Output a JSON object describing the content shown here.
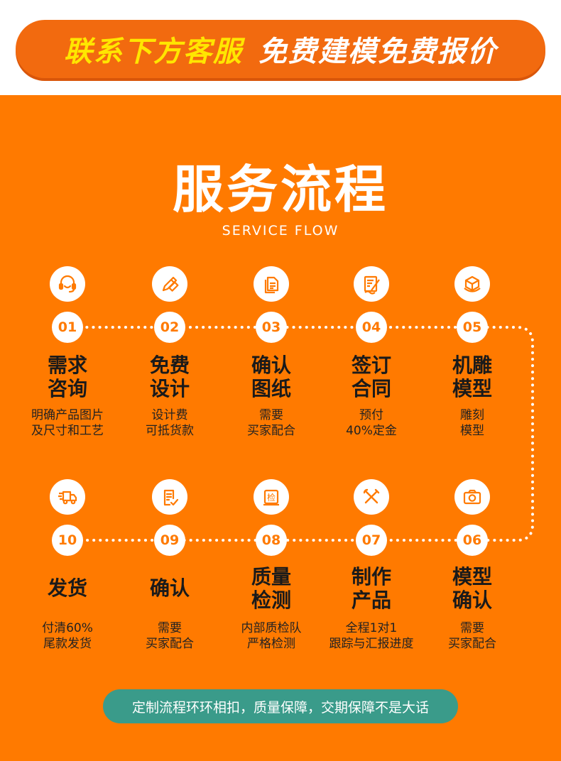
{
  "banner": {
    "part_a": "联系下方客服",
    "part_b": "免费建模免费报价"
  },
  "title": "服务流程",
  "subtitle": "SERVICE FLOW",
  "colors": {
    "background": "#ff7a00",
    "banner": "#f26a0f",
    "banner_highlight": "#ffe600",
    "number": "#ff7a00",
    "footer": "#3a9b8a"
  },
  "steps": [
    {
      "num": "01",
      "title1": "需求",
      "title2": "咨询",
      "desc1": "明确产品图片",
      "desc2": "及尺寸和工艺",
      "icon": "headset-icon"
    },
    {
      "num": "02",
      "title1": "免费",
      "title2": "设计",
      "desc1": "设计费",
      "desc2": "可抵货款",
      "icon": "pencil-ruler-icon"
    },
    {
      "num": "03",
      "title1": "确认",
      "title2": "图纸",
      "desc1": "需要",
      "desc2": "买家配合",
      "icon": "document-copy-icon"
    },
    {
      "num": "04",
      "title1": "签订",
      "title2": "合同",
      "desc1": "预付",
      "desc2": "40%定金",
      "icon": "contract-sign-icon"
    },
    {
      "num": "05",
      "title1": "机雕",
      "title2": "模型",
      "desc1": "雕刻",
      "desc2": "模型",
      "icon": "3d-cube-icon"
    },
    {
      "num": "06",
      "title1": "模型",
      "title2": "确认",
      "desc1": "需要",
      "desc2": "买家配合",
      "icon": "camera-icon"
    },
    {
      "num": "07",
      "title1": "制作",
      "title2": "产品",
      "desc1": "全程1对1",
      "desc2": "跟踪与汇报进度",
      "icon": "tools-icon"
    },
    {
      "num": "08",
      "title1": "质量",
      "title2": "检测",
      "desc1": "内部质检队",
      "desc2": "严格检测",
      "icon": "inspection-icon"
    },
    {
      "num": "09",
      "title1": "确认",
      "title2": "",
      "desc1": "需要",
      "desc2": "买家配合",
      "icon": "document-check-icon"
    },
    {
      "num": "10",
      "title1": "发货",
      "title2": "",
      "desc1": "付清60%",
      "desc2": "尾款发货",
      "icon": "delivery-truck-icon"
    }
  ],
  "footer": "定制流程环环相扣，质量保障，交期保障不是大话"
}
